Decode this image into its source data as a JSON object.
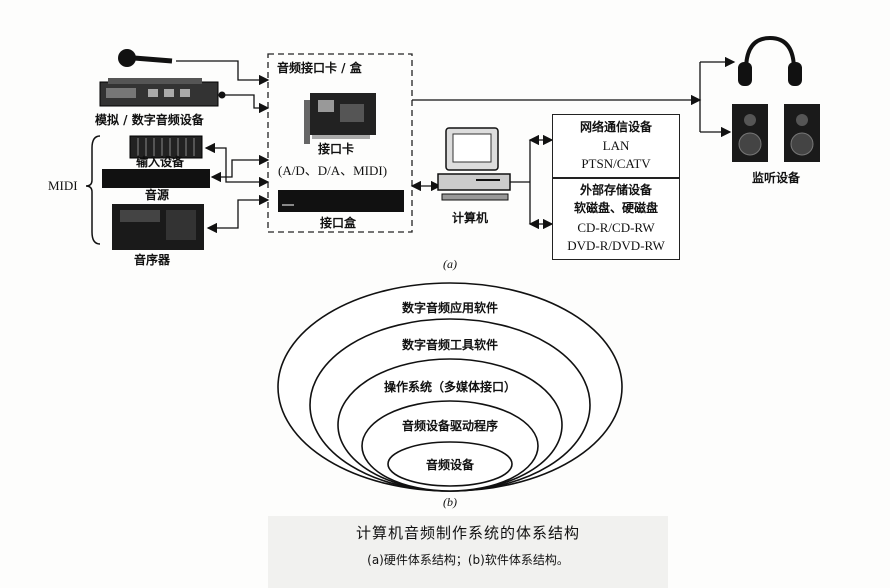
{
  "diagram_a": {
    "analog_digital_devices": "模拟 / 数字音频设备",
    "midi": "MIDI",
    "input_device": "输入设备",
    "sound_source": "音源",
    "sequencer": "音序器",
    "interface_title": "音频接口卡 / 盒",
    "interface_card": "接口卡",
    "interface_card_sub": "(A/D、D/A、MIDI)",
    "interface_box": "接口盒",
    "computer": "计算机",
    "network_title": "网络通信设备",
    "network_items": [
      "LAN",
      "PTSN/CATV"
    ],
    "storage_title": "外部存储设备",
    "storage_items": [
      "软磁盘、硬磁盘",
      "CD-R/CD-RW",
      "DVD-R/DVD-RW"
    ],
    "monitor": "监听设备",
    "label": "(a)"
  },
  "diagram_b": {
    "layers": [
      "数字音频应用软件",
      "数字音频工具软件",
      "操作系统（多媒体接口）",
      "音频设备驱动程序",
      "音频设备"
    ],
    "label": "(b)"
  },
  "caption": {
    "title": "计算机音频制作系统的体系结构",
    "subtitle": "(a)硬件体系结构；(b)软件体系结构。"
  }
}
